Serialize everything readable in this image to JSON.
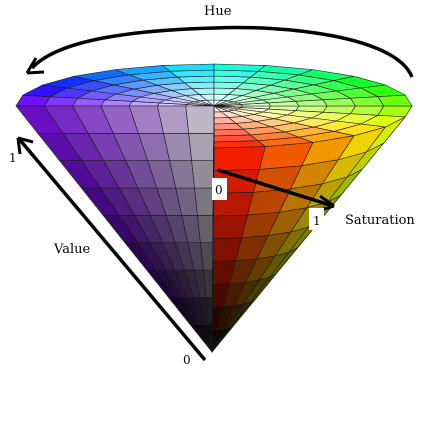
{
  "labels": {
    "hue": "Hue",
    "saturation": "Saturation",
    "value": "Value",
    "value_top": "1",
    "value_bottom": "0",
    "saturation_zero": "0",
    "saturation_one": "1"
  },
  "colors": {
    "arrow": "#000000",
    "label_box": "#ffffff",
    "apex": "#000000"
  },
  "cone": {
    "hue_steps": 24,
    "rim_rings": 7,
    "side_bands": 9,
    "cutaway_hue_range_deg": [
      90,
      180
    ]
  }
}
